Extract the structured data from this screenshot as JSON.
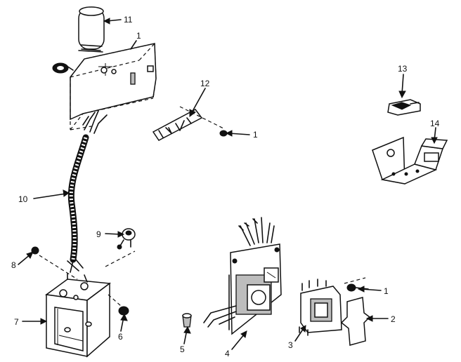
{
  "labels": {
    "l1a": "1",
    "l1b": "1",
    "l1c": "1",
    "l2": "2",
    "l3": "3",
    "l4": "4",
    "l5": "5",
    "l6": "6",
    "l7": "7",
    "l8": "8",
    "l9": "9",
    "l10": "10",
    "l11": "11",
    "l12": "12",
    "l13": "13",
    "l14": "14"
  }
}
